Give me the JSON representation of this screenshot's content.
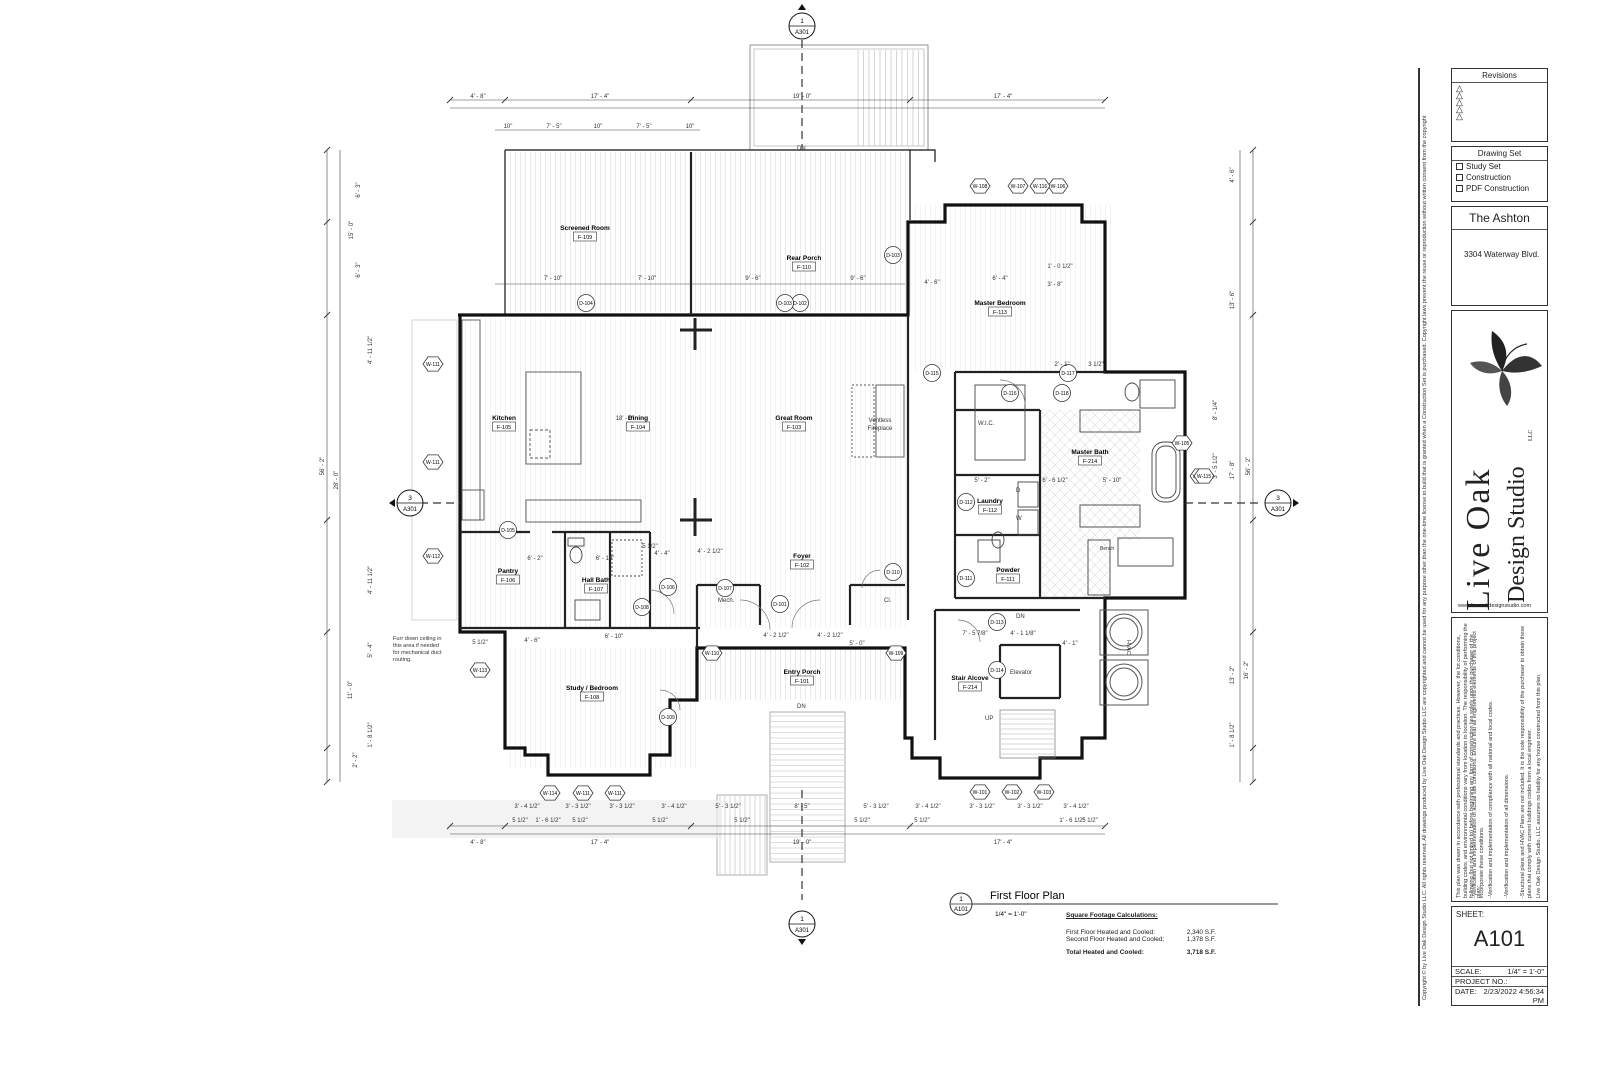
{
  "title_block": {
    "revisions_title": "Revisions",
    "revision_count": 5,
    "drawing_set_title": "Drawing Set",
    "drawing_set_options": [
      "Study Set",
      "Construction",
      "PDF Construction"
    ],
    "project_name": "The Ashton",
    "project_address": "3304 Waterway Blvd.",
    "logo_line1": "Live Oak",
    "logo_line2": "Design Studio",
    "logo_suffix": "LLC",
    "website": "www.liveoakdesignstudio.com",
    "sheet_label": "SHEET:",
    "sheet_number": "A101",
    "scale_label": "SCALE:",
    "scale_value": "1/4\" = 1'-0\"",
    "project_no_label": "PROJECT NO.:",
    "project_no_value": "",
    "date_label": "DATE:",
    "date_value": "2/23/2022 4:56:34 PM",
    "copyright_note": "Copyright © by Live Oak Design Studio LLC. All rights reserved. All drawings produced by Live Oak Design Studio LLC are copyrighted and cannot be used for any purpose other than the one-time license to build that is granted when a Construction Set is purchased. Copyright laws prevent the reuse or reproduction without written consent from the copyright",
    "notes": [
      "This plan was drawn in accordance with professional standards and practices. However, the lot conditions, building codes, and environmental conditions vary from location to location. The responsibility of performing the following (but not limited to) before beginning any form of construction lies solely upon the purchaser of the plan:",
      "-Verification and implementation of actual site conditions. Ensure that all engineered elements of this project incorporate these conditions.",
      "-Verification and implementation of compliance with all national and local codes.",
      "-Verification and implementation of all dimensions.",
      "-Structural plans and HVAC Plans are not included. It is the sole responsibility of the purchaser to obtain these plans that comply with current buildings codes from a local engineer.",
      "Live Oak Design Studio, LLC assumes no liability for any house constructed from this plan."
    ]
  },
  "plan_title": {
    "marker_num": "1",
    "marker_sheet": "A101",
    "title": "First Floor Plan",
    "scale": "1/4\" = 1'-0\""
  },
  "square_footage": {
    "heading": "Square Footage Calculations:",
    "rows": [
      {
        "label": "First Floor Heated and Cooled:",
        "value": "2,340 S.F."
      },
      {
        "label": "Second Floor Heated and Cooled:",
        "value": "1,378 S.F."
      }
    ],
    "total": {
      "label": "Total Heated and Cooled:",
      "value": "3,718 S.F."
    }
  },
  "section_markers": [
    {
      "num": "1",
      "sheet": "A301",
      "pos": "top"
    },
    {
      "num": "1",
      "sheet": "A301",
      "pos": "bottom"
    },
    {
      "num": "3",
      "sheet": "A301",
      "pos": "left"
    },
    {
      "num": "3",
      "sheet": "A301",
      "pos": "right"
    }
  ],
  "rooms": [
    {
      "name": "Screened Room",
      "code": "F-109"
    },
    {
      "name": "Rear Porch",
      "code": "F-110"
    },
    {
      "name": "Master Bedroom",
      "code": "F-113"
    },
    {
      "name": "Kitchen",
      "code": "F-105"
    },
    {
      "name": "Dining",
      "code": "F-104"
    },
    {
      "name": "Great Room",
      "code": "F-103"
    },
    {
      "name": "Master Bath",
      "code": "F-214"
    },
    {
      "name": "Laundry",
      "code": "F-112"
    },
    {
      "name": "Pantry",
      "code": "F-106"
    },
    {
      "name": "Hall Bath",
      "code": "F-107"
    },
    {
      "name": "Foyer",
      "code": "F-102"
    },
    {
      "name": "Powder",
      "code": "F-111"
    },
    {
      "name": "Entry Porch",
      "code": "F-101"
    },
    {
      "name": "Study / Bedroom",
      "code": "F-108"
    },
    {
      "name": "Stair Alcove",
      "code": "F-214"
    }
  ],
  "labels": {
    "wic": "W.I.C.",
    "fireplace_l1": "Ventless",
    "fireplace_l2": "Fireplace",
    "mech": "Mech.",
    "elevator": "Elevator",
    "cl": "Cl.",
    "bench": "Bench",
    "hvac": "HVAC",
    "up": "UP",
    "dn": "DN",
    "d": "D",
    "w": "W",
    "furr_note": [
      "Furr down ceiling in",
      "this area if needed",
      "for mechanical duct",
      "routing."
    ]
  },
  "doors": [
    "D-101",
    "D-102",
    "D-103",
    "D-103",
    "D-104",
    "D-105",
    "D-106",
    "D-107",
    "D-108",
    "D-109",
    "D-110",
    "D-111",
    "D-112",
    "D-113",
    "D-114",
    "D-115",
    "D-116",
    "D-117",
    "D-118"
  ],
  "windows": [
    "W-101",
    "W-102",
    "W-103",
    "W-104",
    "W-105",
    "W-106",
    "W-107",
    "W-108",
    "W-109",
    "W-110",
    "W-111",
    "W-111",
    "W-111",
    "W-111",
    "W-112",
    "W-113",
    "W-114",
    "W-115",
    "W-116"
  ],
  "dimensions": {
    "top_overall": [
      "4' - 8\"",
      "17' - 4\"",
      "19' - 0\"",
      "17' - 4\""
    ],
    "top_porch": [
      "10\"",
      "7' - 5\"",
      "10\"",
      "7' - 5\"",
      "10\""
    ],
    "bottom_overall": [
      "4' - 8\"",
      "17' - 4\"",
      "19' - 0\"",
      "17' - 4\""
    ],
    "bottom_row1": [
      "3' - 4 1/2\"",
      "3' - 3 1/2\"",
      "3' - 3 1/2\"",
      "3' - 4 1/2\"",
      "5' - 3 1/2\"",
      "8' - 5\"",
      "5' - 3 1/2\"",
      "3' - 4 1/2\"",
      "3' - 3 1/2\"",
      "3' - 3 1/2\"",
      "3' - 4 1/2\""
    ],
    "bottom_row2": [
      "5 1/2\"",
      "1' - 6 1/2\"",
      "5 1/2\"",
      "5 1/2\"",
      "5 1/2\"",
      "5 1/2\"",
      "5 1/2\"",
      "1' - 6 1/2\"",
      "5 1/2\""
    ],
    "left_overall": "56' - 2\"",
    "left_mid": "28' - 0\"",
    "left_segments": [
      "6' - 3\"",
      "6' - 3\"",
      "15' - 0\"",
      "11' - 0\"",
      "4' - 11 1/2\"",
      "4' - 11 1/2\"",
      "5' - 4\"",
      "1' - 8 1/2\"",
      "2' - 2\""
    ],
    "right_overall": "56' - 2\"",
    "right_segments": [
      "4' - 6\"",
      "13' - 6\"",
      "17' - 8\"",
      "13' - 2\"",
      "1' - 8 1/2\"",
      "16' - 2\"",
      "8' - 1/4\"",
      "3' - 5 1/2\""
    ],
    "interior": [
      "7' - 10\"",
      "7' - 10\"",
      "9' - 6\"",
      "9' - 6\"",
      "6' - 4\"",
      "3' - 8\"",
      "1' - 0 1/2\"",
      "18' - 6\"",
      "6' - 2\"",
      "6' - 10\"",
      "4' - 4\"",
      "4' - 6\"",
      "6' - 6 1/2\"",
      "5' - 10\"",
      "5' - 2\"",
      "7' - 5 7/8\"",
      "4' - 1 1/8\"",
      "4' - 1\"",
      "5' - 0\"",
      "4' - 2 1/2\"",
      "4' - 2 1/2\"",
      "6' - 10\"",
      "4' - 6\"",
      "2' - 1\"",
      "3 1/2\"",
      "5 1/2\"",
      "4' - 2 1/2\"",
      "5 1/2\""
    ]
  }
}
